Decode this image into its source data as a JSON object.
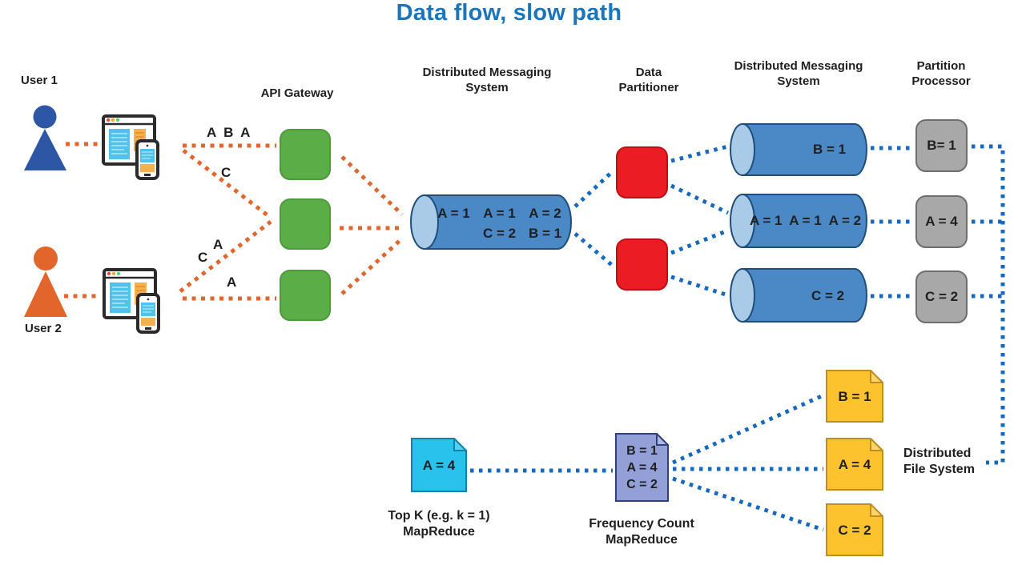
{
  "title": "Data flow, slow path",
  "colors": {
    "title_blue": "#1B75BC",
    "user1_blue": "#2D57A5",
    "user2_orange": "#E2662C",
    "wire_orange": "#E2662C",
    "wire_blue": "#1769BD",
    "gateway_green": "#5BAD47",
    "partitioner_red": "#EC1C24",
    "queue_blue": "#4A89C6",
    "queue_cap_blue": "#A9CBE8",
    "processor_gray": "#A8A8A8",
    "topk_cyan": "#29C2EC",
    "freq_periwinkle": "#93A0D8",
    "file_yellow": "#FCC32F",
    "text_dark": "#1F1F1F"
  },
  "users": {
    "user1": {
      "label": "User 1"
    },
    "user2": {
      "label": "User 2"
    }
  },
  "edge_labels": {
    "user1_top": "A  B  A",
    "user1_diagonal": "C",
    "user2_diagonal_upper": "A",
    "user2_diagonal_lower": "C",
    "user2_bottom": "A"
  },
  "api_gateway": {
    "label": "API Gateway"
  },
  "messaging_system_1": {
    "label": "Distributed Messaging System",
    "rows": [
      [
        "A = 1",
        "A = 1",
        "A = 2"
      ],
      [
        "",
        "C = 2",
        "B = 1"
      ]
    ]
  },
  "data_partitioner": {
    "label": "Data Partitioner"
  },
  "messaging_system_2": {
    "label": "Distributed Messaging System",
    "queues": [
      "B = 1",
      "A = 1  A = 1  A = 2",
      "C = 2"
    ]
  },
  "partition_processor": {
    "label": "Partition Processor",
    "nodes": [
      "B= 1",
      "A = 4",
      "C = 2"
    ]
  },
  "distributed_file_system": {
    "label": "Distributed File System",
    "files": [
      "B = 1",
      "A = 4",
      "C = 2"
    ]
  },
  "top_k_mapreduce": {
    "label_line1": "Top K (e.g. k = 1)",
    "label_line2": "MapReduce",
    "value": "A = 4"
  },
  "frequency_count_mapreduce": {
    "label_line1": "Frequency Count",
    "label_line2": "MapReduce",
    "values": [
      "B = 1",
      "A = 4",
      "C = 2"
    ]
  }
}
